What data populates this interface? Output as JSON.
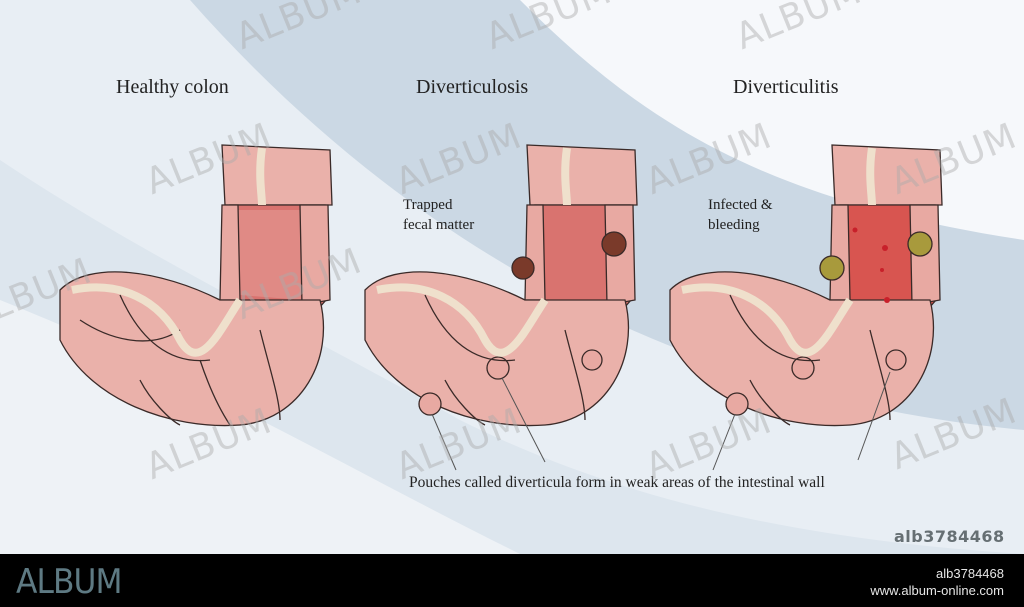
{
  "panels": [
    {
      "title": "Healthy colon",
      "annotation": null
    },
    {
      "title": "Diverticulosis",
      "annotation": [
        "Trapped",
        "fecal matter"
      ]
    },
    {
      "title": "Diverticulitis",
      "annotation": [
        "Infected &",
        "bleeding"
      ]
    }
  ],
  "caption": "Pouches called diverticula form in weak areas of the intestinal wall",
  "watermark": {
    "text": "ALBUM",
    "image_id": "alb3784468"
  },
  "footer": {
    "logo": "ALBUM",
    "image_id": "alb3784468",
    "url": "www.album-online.com"
  },
  "colors": {
    "tissue": "#e8a9a2",
    "tissue_light": "#f2c3bc",
    "lumen": "#d9736f",
    "band": "#efe0cc",
    "outline": "#3a2a28",
    "pus": "#a89a3c",
    "blood": "#c8202a",
    "background_band": "#c9d6e2",
    "footer_bg": "#000000",
    "logo": "#5e7a83"
  }
}
